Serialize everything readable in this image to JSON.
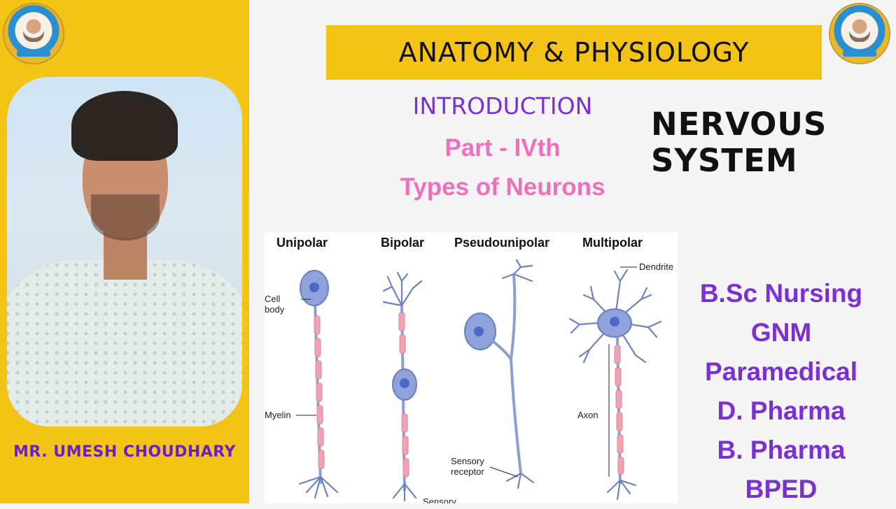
{
  "header": {
    "subject": "ANATOMY & PHYSIOLOGY",
    "intro": "INTRODUCTION",
    "part": "Part - IVth",
    "subtitle": "Types of Neurons",
    "topic_line1": "NERVOUS",
    "topic_line2": "SYSTEM"
  },
  "author": {
    "name": "MR. UMESH CHOUDHARY"
  },
  "courses": [
    "B.Sc Nursing",
    "GNM",
    "Paramedical",
    "D. Pharma",
    "B. Pharma",
    "BPED"
  ],
  "diagram": {
    "types": [
      "Unipolar",
      "Bipolar",
      "Pseudounipolar",
      "Multipolar"
    ],
    "labels": {
      "cell_body_1": "Cell",
      "cell_body_2": "body",
      "myelin": "Myelin",
      "sensory_receptor_1": "Sensory",
      "sensory_receptor_2": "receptor",
      "dendrite": "Dendrite",
      "axon": "Axon",
      "sensory_cut": "Sensory"
    }
  },
  "colors": {
    "yellow": "#f3c316",
    "purple": "#7b2fd4",
    "pink": "#f06fbd",
    "neuron_blue": "#8fa2dc",
    "myelin_pink": "#f1a3b0"
  },
  "icons": [
    "channel-logo-icon"
  ]
}
